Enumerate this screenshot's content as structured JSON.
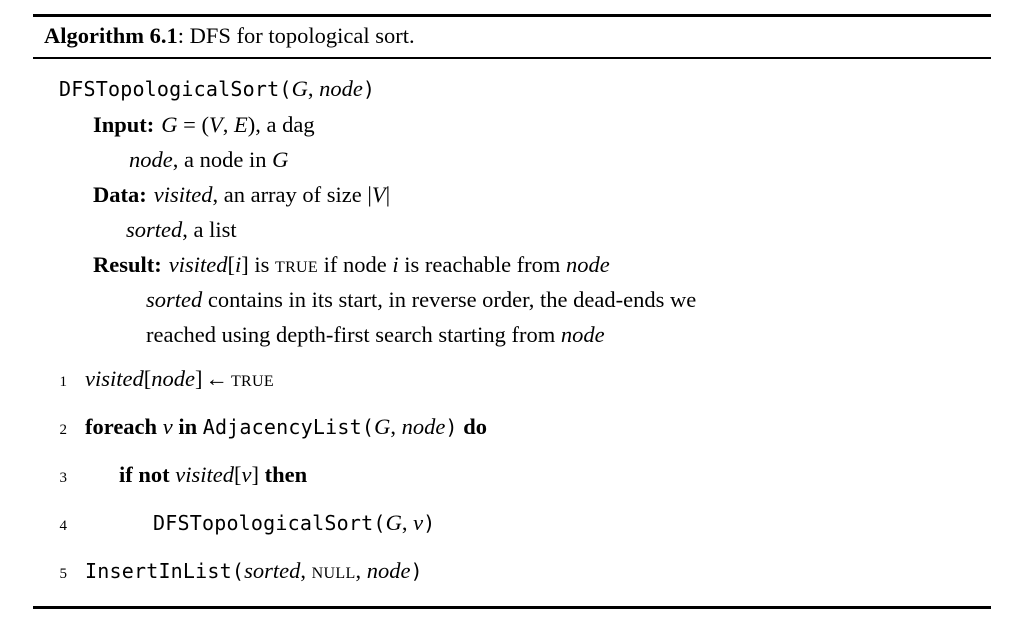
{
  "figure": {
    "caption": {
      "label": "Algorithm 6.1",
      "separator": ":",
      "title": "DFS for topological sort."
    },
    "signature": {
      "name": "DFSTopologicalSort",
      "open_paren": "(",
      "arg1": "G",
      "comma": ", ",
      "arg2": "node",
      "close_paren": ")"
    },
    "preamble": [
      {
        "keyword": "Input:",
        "lines": [
          "G = (V, E), a dag",
          "node, a node in G"
        ]
      },
      {
        "keyword": "Data:",
        "lines": [
          "visited, an array of size |V|",
          "sorted, a list"
        ]
      },
      {
        "keyword": "Result:",
        "lines": [
          "visited[i] is TRUE if node i is reachable from node",
          "sorted contains in its start, in reverse order, the dead-ends we",
          "reached using depth-first search starting from node"
        ]
      }
    ],
    "preamble_parts": {
      "input_kw": "Input:",
      "input_l1_g": "G",
      "input_l1_eq": " = (",
      "input_l1_v": "V",
      "input_l1_comma": ", ",
      "input_l1_e": "E",
      "input_l1_tail": "), a dag",
      "input_l2_node": "node",
      "input_l2_tail": ", a node in ",
      "input_l2_g": "G",
      "data_kw": "Data:",
      "data_l1_visited": "visited",
      "data_l1_mid": ", an array of size |",
      "data_l1_v": "V",
      "data_l1_tail": "|",
      "data_l2_sorted": "sorted",
      "data_l2_tail": ", a list",
      "result_kw": "Result:",
      "result_l1_visited": "visited",
      "result_l1_lb": "[",
      "result_l1_i": "i",
      "result_l1_rb": "]",
      "result_l1_is": " is ",
      "result_l1_true": "true",
      "result_l1_mid": " if node ",
      "result_l1_i2": "i",
      "result_l1_mid2": " is reachable from ",
      "result_l1_node": "node",
      "result_l2_sorted": "sorted",
      "result_l2_tail": " contains in its start, in reverse order, the dead-ends we",
      "result_l3_head": "reached using depth-first search starting from ",
      "result_l3_node": "node"
    },
    "code_lines": [
      {
        "number": "1",
        "indent": 1,
        "text": "visited[node] ← TRUE"
      },
      {
        "number": "2",
        "indent": 1,
        "text": "foreach v in AdjacencyList(G, node) do"
      },
      {
        "number": "3",
        "indent": 2,
        "text": "if not visited[v] then"
      },
      {
        "number": "4",
        "indent": 3,
        "text": "DFSTopologicalSort(G, v)"
      },
      {
        "number": "5",
        "indent": 1,
        "text": "InsertInList(sorted, NULL, node)"
      }
    ],
    "code_parts": {
      "l1_visited": "visited",
      "l1_lb": "[",
      "l1_node": "node",
      "l1_rb": "]",
      "l1_arrow": "←",
      "l1_true": "true",
      "l2_foreach": "foreach",
      "l2_v": "v",
      "l2_in": "in",
      "l2_fn": "AdjacencyList",
      "l2_open": "(",
      "l2_g": "G",
      "l2_comma": ", ",
      "l2_node": "node",
      "l2_close": ")",
      "l2_do": "do",
      "l3_if": "if",
      "l3_not": "not",
      "l3_visited": "visited",
      "l3_lb": "[",
      "l3_v": "v",
      "l3_rb": "]",
      "l3_then": "then",
      "l4_fn": "DFSTopologicalSort",
      "l4_open": "(",
      "l4_g": "G",
      "l4_comma": ", ",
      "l4_v": "v",
      "l4_close": ")",
      "l5_fn": "InsertInList",
      "l5_open": "(",
      "l5_sorted": "sorted",
      "l5_comma1": ", ",
      "l5_null": "null",
      "l5_comma2": ", ",
      "l5_node": "node",
      "l5_close": ")"
    },
    "line_numbers": {
      "n1": "1",
      "n2": "2",
      "n3": "3",
      "n4": "4",
      "n5": "5"
    }
  }
}
